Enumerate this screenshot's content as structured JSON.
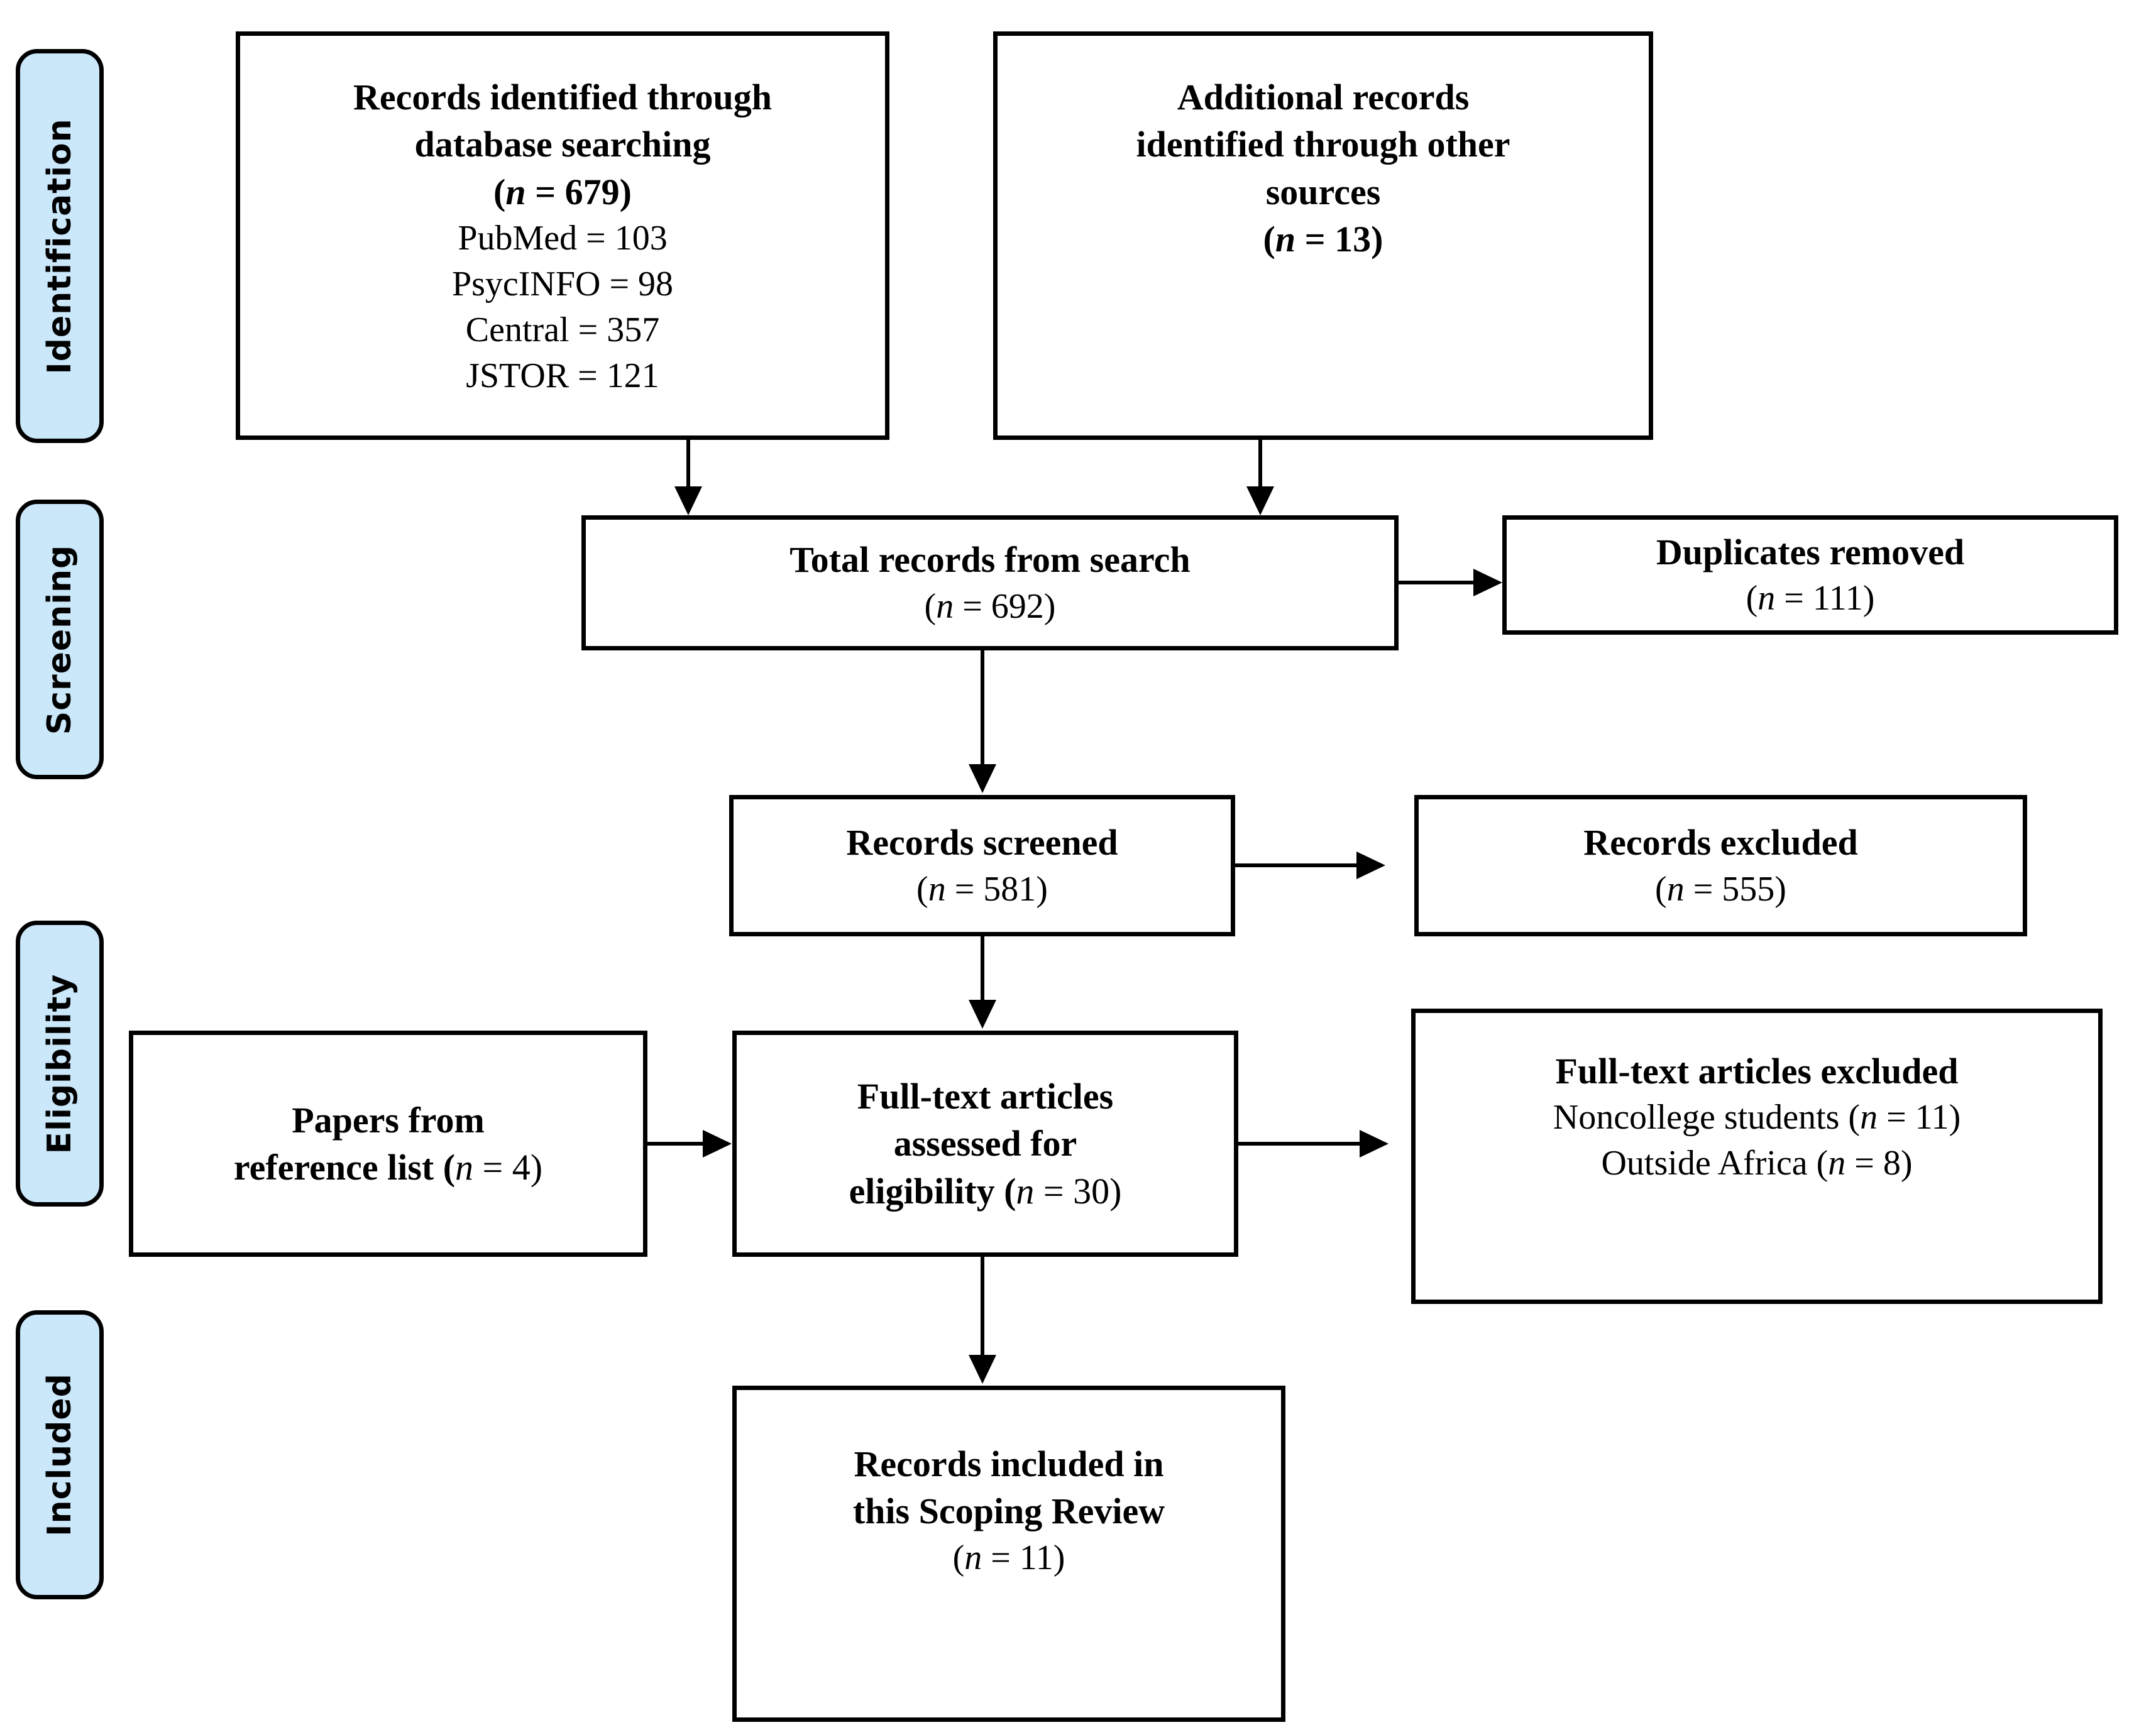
{
  "diagram": {
    "type": "prisma-flow-diagram",
    "title": "PRISMA Scoping Review Flow Diagram"
  },
  "stages": [
    {
      "id": "identification",
      "label": "Identification"
    },
    {
      "id": "screening",
      "label": "Screening"
    },
    {
      "id": "eligibility",
      "label": "Eligibility"
    },
    {
      "id": "included",
      "label": "Included"
    }
  ],
  "boxes": {
    "database_search": {
      "heading_line1": "Records identified through",
      "heading_line2": "database searching",
      "count": "(n = 679)",
      "count_prefix": "(",
      "count_italic_n": "n",
      "count_suffix": " = 679)",
      "sources": [
        "PubMed = 103",
        "PsycINFO = 98",
        "Central = 357",
        "JSTOR = 121"
      ]
    },
    "other_sources": {
      "heading_line1": "Additional records",
      "heading_line2": "identified through other",
      "heading_line3": "sources",
      "count_prefix": "(",
      "count_italic_n": "n",
      "count_suffix": " = 13)"
    },
    "total_records": {
      "heading": "Total records from search",
      "count_prefix": "(",
      "count_italic_n": "n",
      "count_suffix": " = 692)"
    },
    "duplicates_removed": {
      "heading": "Duplicates removed",
      "count_prefix": "(",
      "count_italic_n": "n",
      "count_suffix": " = 111)"
    },
    "records_screened": {
      "heading": "Records screened",
      "count_prefix": "(",
      "count_italic_n": "n",
      "count_suffix": " = 581)"
    },
    "records_excluded": {
      "heading": "Records excluded",
      "count_prefix": "(",
      "count_italic_n": "n",
      "count_suffix": " = 555)"
    },
    "reference_list": {
      "heading_line1": "Papers from",
      "heading_line2_pre": "reference list (",
      "heading_line2_italic_n": "n",
      "heading_line2_post": " = 4)"
    },
    "fulltext_assessed": {
      "heading_line1": "Full-text articles",
      "heading_line2": "assessed for",
      "heading_line3_pre": "eligibility (",
      "heading_line3_italic_n": "n",
      "heading_line3_post": " = 30)"
    },
    "fulltext_excluded": {
      "heading": "Full-text articles excluded",
      "reason1_pre": "Noncollege students (",
      "reason1_italic_n": "n",
      "reason1_post": " = 11)",
      "reason2_pre": "Outside Africa (",
      "reason2_italic_n": "n",
      "reason2_post": " = 8)"
    },
    "records_included": {
      "heading_line1": "Records included in",
      "heading_line2": "this Scoping Review",
      "count_prefix": "(",
      "count_italic_n": "n",
      "count_suffix": " = 11)"
    }
  },
  "colors": {
    "stage_fill": "#CBE8FB",
    "stroke": "#000000",
    "box_fill": "#FFFFFF"
  }
}
